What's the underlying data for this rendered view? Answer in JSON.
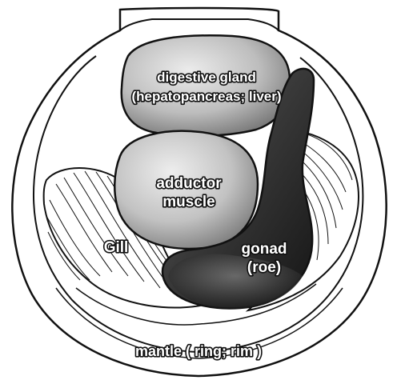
{
  "labels": {
    "digestive_gland_line1": "digestive gland",
    "digestive_gland_line2": "(hepatopancreas; liver)",
    "adductor_line1": "adductor",
    "adductor_line2": "muscle",
    "gill": "Gill",
    "gonad_line1": "gonad",
    "gonad_line2": "(roe)",
    "mantle": "mantle ( ring; rim )"
  },
  "colors": {
    "outline": "#111111",
    "shell_fill": "#ffffff",
    "organ_light": "#d9d9d9",
    "organ_mid": "#a8a8a8",
    "gonad_dark": "#2a2a2a"
  }
}
